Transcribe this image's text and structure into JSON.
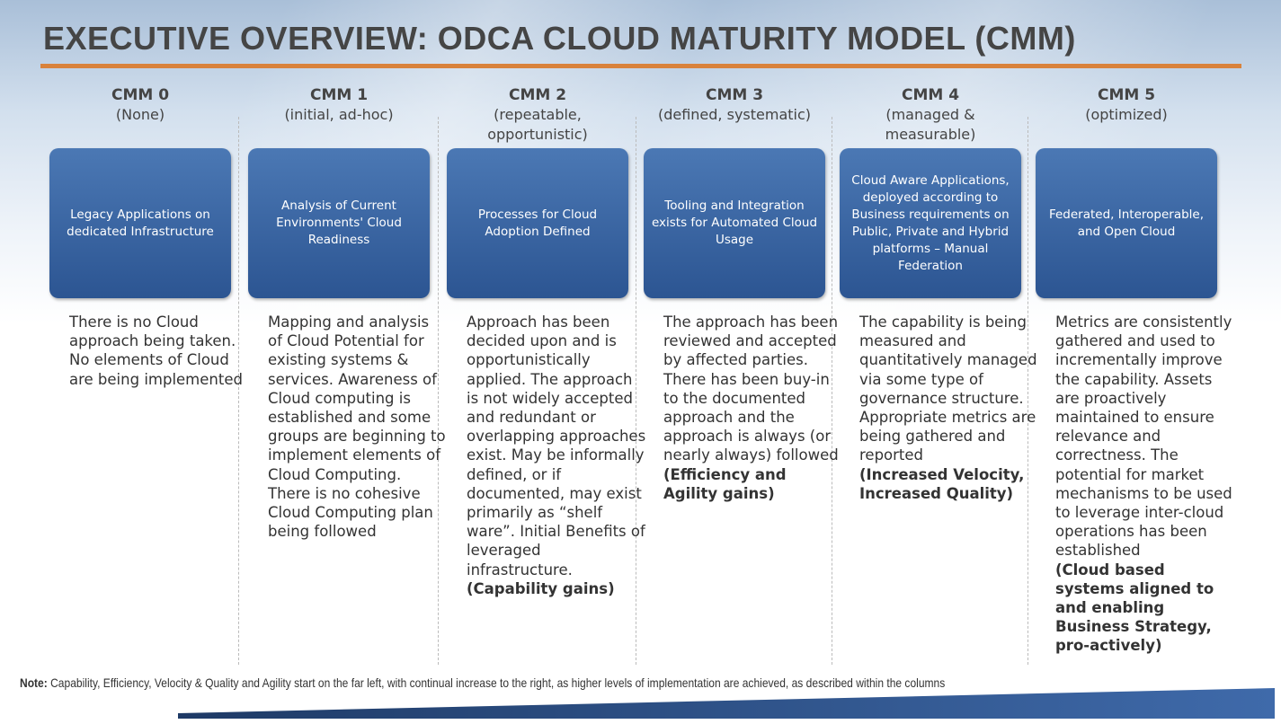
{
  "title": "EXECUTIVE OVERVIEW: ODCA CLOUD MATURITY MODEL (CMM)",
  "columns": [
    {
      "level": "CMM 0",
      "subtitle": "(None)",
      "box": "Legacy Applications on dedicated Infrastructure",
      "description": "There is no Cloud approach being taken. No elements of Cloud are being implemented",
      "gains": ""
    },
    {
      "level": "CMM 1",
      "subtitle": "(initial, ad-hoc)",
      "box": "Analysis of Current Environments' Cloud Readiness",
      "description": "Mapping and analysis of Cloud Potential for existing systems & services. Awareness of Cloud computing is established and some groups are beginning to implement elements of Cloud Computing. There is no cohesive Cloud Computing plan being followed",
      "gains": ""
    },
    {
      "level": "CMM 2",
      "subtitle": "(repeatable, opportunistic)",
      "box": "Processes for Cloud Adoption Defined",
      "description": "Approach has been decided upon and is opportunistically applied. The approach is not widely accepted and redundant or overlapping approaches exist. May be informally defined, or if documented, may exist primarily as “shelf ware”. Initial Benefits of leveraged infrastructure.",
      "gains": "(Capability gains)"
    },
    {
      "level": "CMM 3",
      "subtitle": "(defined, systematic)",
      "box": "Tooling and Integration exists for Automated Cloud Usage",
      "description": "The approach has been reviewed and accepted by affected parties. There has been buy-in to the documented approach and the approach is always (or nearly always) followed",
      "gains": "(Efficiency and Agility gains)"
    },
    {
      "level": "CMM 4",
      "subtitle": "(managed & measurable)",
      "box": "Cloud Aware Applications, deployed according to Business requirements on Public, Private and Hybrid platforms – Manual Federation",
      "description": "The capability is being measured and quantitatively managed via some type of governance structure. Appropriate metrics are being gathered and reported",
      "gains": "(Increased Velocity, Increased Quality)"
    },
    {
      "level": "CMM 5",
      "subtitle": "(optimized)",
      "box": "Federated, Interoperable, and Open Cloud",
      "description": "Metrics are consistently gathered and used to incrementally improve the capability. Assets are proactively maintained to ensure relevance and correctness. The potential for market mechanisms to be used to leverage inter-cloud operations has been established",
      "gains": "(Cloud based systems aligned to and enabling Business Strategy, pro-actively)"
    }
  ],
  "note": {
    "label": "Note:",
    "text": " Capability, Efficiency, Velocity & Quality and Agility start on the far left, with continual increase to the right, as higher levels of implementation are achieved, as described within the columns"
  }
}
